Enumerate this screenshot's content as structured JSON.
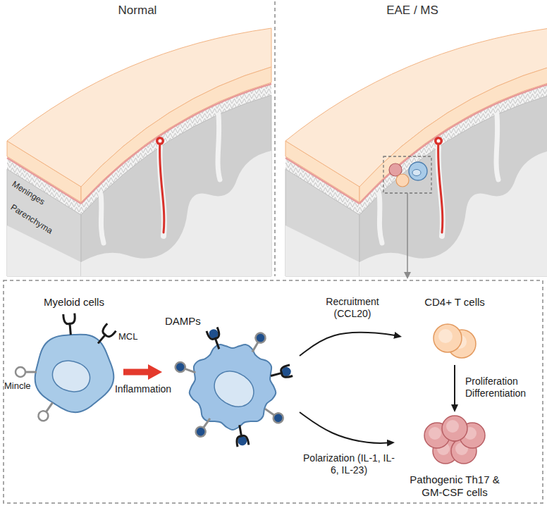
{
  "diagram": {
    "nodes": [
      {
        "text": [
          "Myeloid cells"
        ]
      },
      {
        "text": [
          "DAMPs"
        ]
      },
      {
        "text": [
          "CD4+ T cells"
        ]
      },
      {
        "text": [
          "Pathogenic Th17 & GM-CSF cells"
        ]
      }
    ],
    "edges": [
      {
        "from": 0,
        "to": 1,
        "arrow": "to",
        "label": "Inflammation"
      },
      {
        "from": 1,
        "to": 2,
        "arrow": "to",
        "label": "Recruitment (CCL20)"
      },
      {
        "from": 1,
        "to": 3,
        "arrow": "to",
        "label": "Polarization (IL-1, IL-6, IL-23)"
      },
      {
        "from": 2,
        "to": 3,
        "arrow": "to",
        "label": "Proliferation Differentiation"
      }
    ],
    "labels": [
      "Normal",
      "EAE / MS",
      "Meninges",
      "Parenchyma",
      "Mincle",
      "MCL"
    ]
  }
}
